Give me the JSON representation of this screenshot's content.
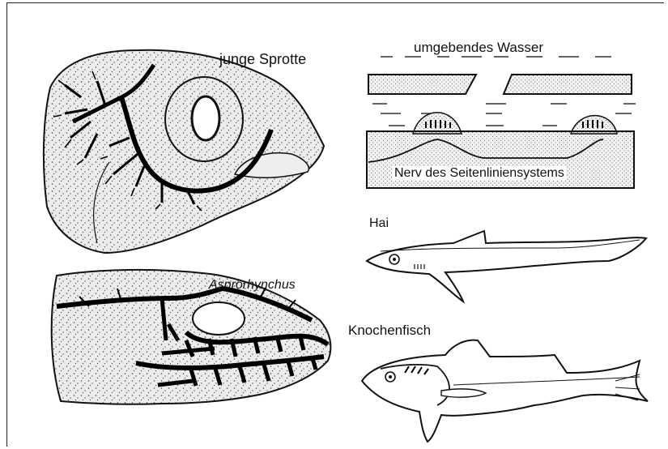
{
  "labels": {
    "sprat": "junge Sprotte",
    "water": "umgebendes Wasser",
    "nerve": "Nerv des Seitenliniensystems",
    "shark": "Hai",
    "asprorhynchus": "Asprorhynchus",
    "bony_fish": "Knochenfisch"
  }
}
